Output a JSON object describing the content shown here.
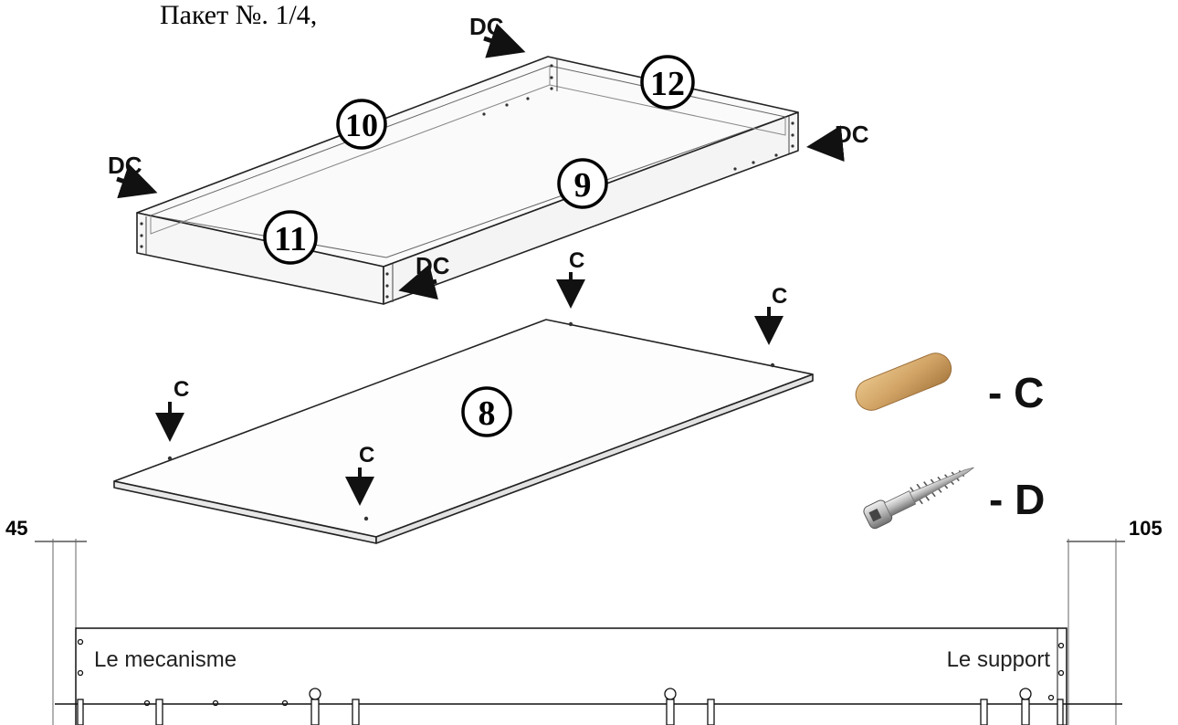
{
  "package_label": "Пакет №. 1/4,",
  "frame_parts": {
    "part_10": "10",
    "part_12": "12",
    "part_9": "9",
    "part_11": "11"
  },
  "panel_part": "8",
  "dc_label": "DC",
  "c_label": "C",
  "legend": {
    "dowel_label": "- C",
    "dowel_icon": "wooden-dowel",
    "screw_label": "- D",
    "screw_icon": "confirmat-screw"
  },
  "bottom_drawing": {
    "dim_left": "45",
    "dim_right": "105",
    "left_text": "Le mecanisme",
    "right_text": "Le support"
  }
}
